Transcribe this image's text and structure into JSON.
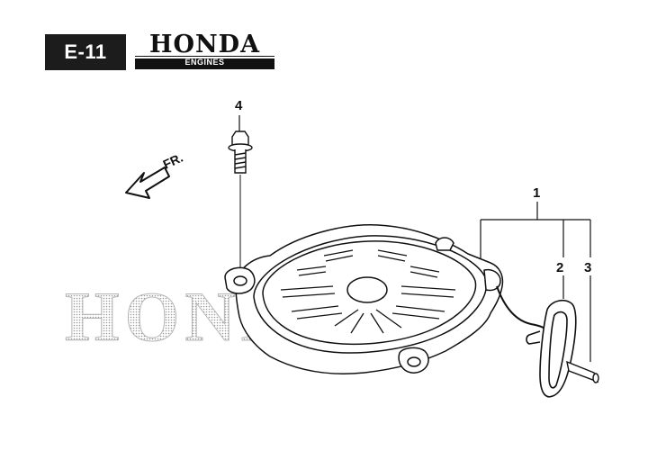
{
  "header": {
    "section_code": "E-11",
    "brand_name": "HONDA",
    "brand_sub": "ENGINES"
  },
  "diagram": {
    "direction_label": "FR.",
    "callouts": [
      {
        "id": "callout-1",
        "label": "1"
      },
      {
        "id": "callout-2",
        "label": "2"
      },
      {
        "id": "callout-3",
        "label": "3"
      },
      {
        "id": "callout-4",
        "label": "4"
      }
    ],
    "watermark": "HONDA",
    "colors": {
      "ink": "#111111",
      "watermark": "#bfbfbf",
      "badge": "#1c1c1c"
    }
  }
}
